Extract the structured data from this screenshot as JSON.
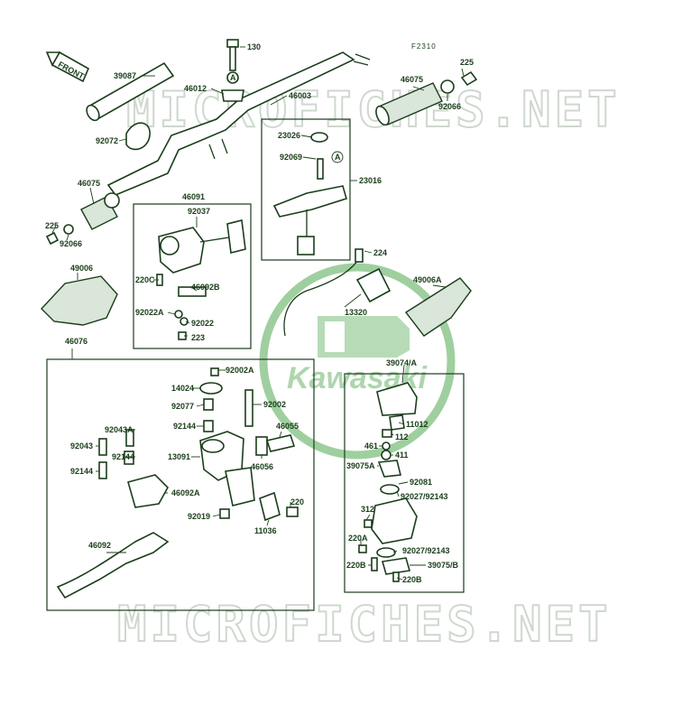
{
  "diagram_code": "F2310",
  "front_label": "FRONT",
  "callout_marker": "A",
  "watermark": "MICROFICHES.NET",
  "logo_text": "Kawasaki",
  "colors": {
    "ink": "#1a3d1a",
    "watermark": "#cfd8cf",
    "logo": "#7fbf7f"
  },
  "labels": {
    "p130": "130",
    "p39087": "39087",
    "p46012": "46012",
    "p46003": "46003",
    "p225a": "225",
    "p46075a": "46075",
    "p92066a": "92066",
    "p92072": "92072",
    "p23026": "23026",
    "p92069": "92069",
    "p23016": "23016",
    "p46075b": "46075",
    "p225b": "225",
    "p92066b": "92066",
    "p46091": "46091",
    "p92037": "92037",
    "p220c": "220C",
    "p46092b": "46092B",
    "p92022a1": "92022A",
    "p92022": "92022",
    "p223": "223",
    "p49006": "49006",
    "p224": "224",
    "p49006a": "49006A",
    "p13320": "13320",
    "p46076": "46076",
    "p92002a": "92002A",
    "p14024": "14024",
    "p92077": "92077",
    "p92002": "92002",
    "p92144a": "92144",
    "p46055": "46055",
    "p92043a": "92043A",
    "p92043": "92043",
    "p92144b": "92144",
    "p13091": "13091",
    "p46056": "46056",
    "p92144c": "92144",
    "p46092a": "46092A",
    "p220a": "220",
    "p92019": "92019",
    "p11036": "11036",
    "p46092": "46092",
    "p39074a": "39074/A",
    "p11012": "11012",
    "p112": "112",
    "p461": "461",
    "p411": "411",
    "p39075a": "39075A",
    "p92081": "92081",
    "p92027a": "92027/92143",
    "p312": "312",
    "p220ab": "220A",
    "p92027b": "92027/92143",
    "p220b1": "220B",
    "p39075b": "39075/B",
    "p220b2": "220B"
  }
}
